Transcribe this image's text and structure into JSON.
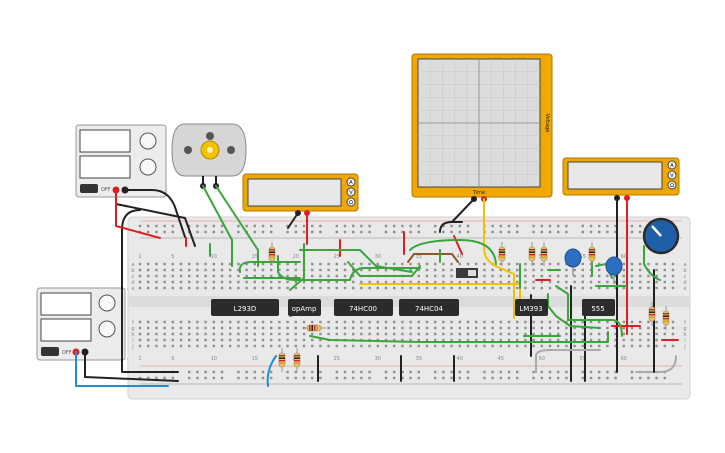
{
  "chips": [
    {
      "id": "l293d",
      "label": "L293D"
    },
    {
      "id": "opamp",
      "label": "opAmp"
    },
    {
      "id": "hc00",
      "label": "74HC00"
    },
    {
      "id": "hc04",
      "label": "74HC04"
    },
    {
      "id": "lm393",
      "label": "LM393"
    },
    {
      "id": "timer555",
      "label": "555"
    }
  ],
  "oscilloscope": {
    "x_label": "Time",
    "y_label": "Voltage"
  },
  "power_supply": {
    "off_label": "OFF"
  },
  "multimeter": {
    "buttons": [
      "A",
      "V",
      "Ω"
    ]
  },
  "breadboard": {
    "row_letters_top": [
      "a",
      "b",
      "c",
      "d",
      "e"
    ],
    "row_letters_bottom": [
      "f",
      "g",
      "h",
      "i",
      "j"
    ],
    "column_numbers": [
      "1",
      "5",
      "10",
      "15",
      "20",
      "25",
      "30",
      "35",
      "40",
      "45",
      "50",
      "55",
      "60"
    ]
  },
  "colors": {
    "board": "#e9e9e9",
    "wire_green": "#3aa53a",
    "wire_red": "#dd1f1f",
    "wire_black": "#222222",
    "wire_yellow": "#f2c200",
    "wire_blue": "#1f8fd0",
    "wire_brown": "#8b5a2b",
    "wire_gray": "#aaaaaa",
    "instrument_frame": "#f0a800",
    "chip_body": "#2b2b2b",
    "capacitor": "#2c6fc0"
  }
}
